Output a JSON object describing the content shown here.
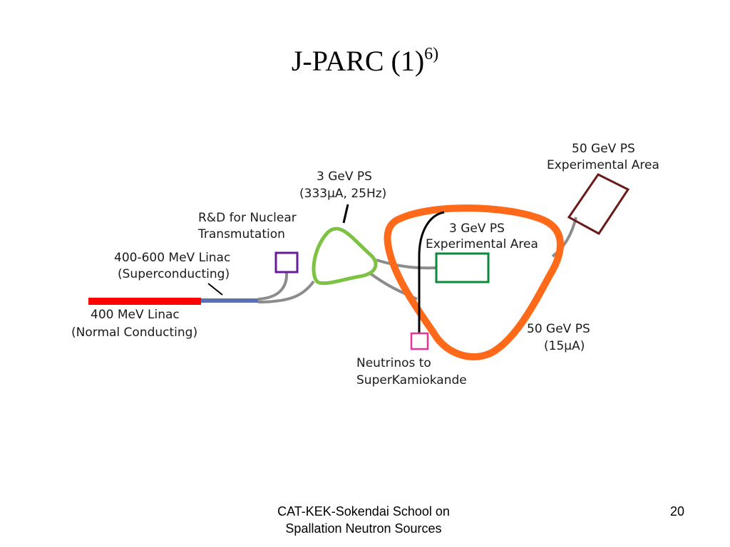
{
  "slide": {
    "title": "J-PARC (1)",
    "title_superscript": "6)",
    "footer_line1": "CAT-KEK-Sokendai School on",
    "footer_line2": "Spallation Neutron Sources",
    "page_number": "20"
  },
  "diagram": {
    "labels": {
      "linac400_line1": "400 MeV Linac",
      "linac400_line2": "(Normal Conducting)",
      "linac600_line1": "400-600 MeV Linac",
      "linac600_line2": "(Superconducting)",
      "rnd_line1": "R&D for Nuclear",
      "rnd_line2": "Transmutation",
      "ps3_line1": "3 GeV PS",
      "ps3_line2": "(333µA, 25Hz)",
      "exp3_line1": "3 GeV PS",
      "exp3_line2": "Experimental Area",
      "exp50_line1": "50 GeV PS",
      "exp50_line2": "Experimental Area",
      "ps50_line1": "50 GeV PS",
      "ps50_line2": "(15µA)",
      "neutrino_line1": "Neutrinos to",
      "neutrino_line2": "SuperKamiokande"
    },
    "colors": {
      "linac400": "#ff0000",
      "linac600": "#5b6fb5",
      "rnd_box": "#6a1b9a",
      "ring_3gev": "#7dc242",
      "ring_50gev": "#ff6a1a",
      "exp_area_3gev": "#0a8a3a",
      "exp_area_50gev": "#6b1a1a",
      "neutrino_box": "#e8339a",
      "beam_lines": "#8c8c8c"
    }
  }
}
